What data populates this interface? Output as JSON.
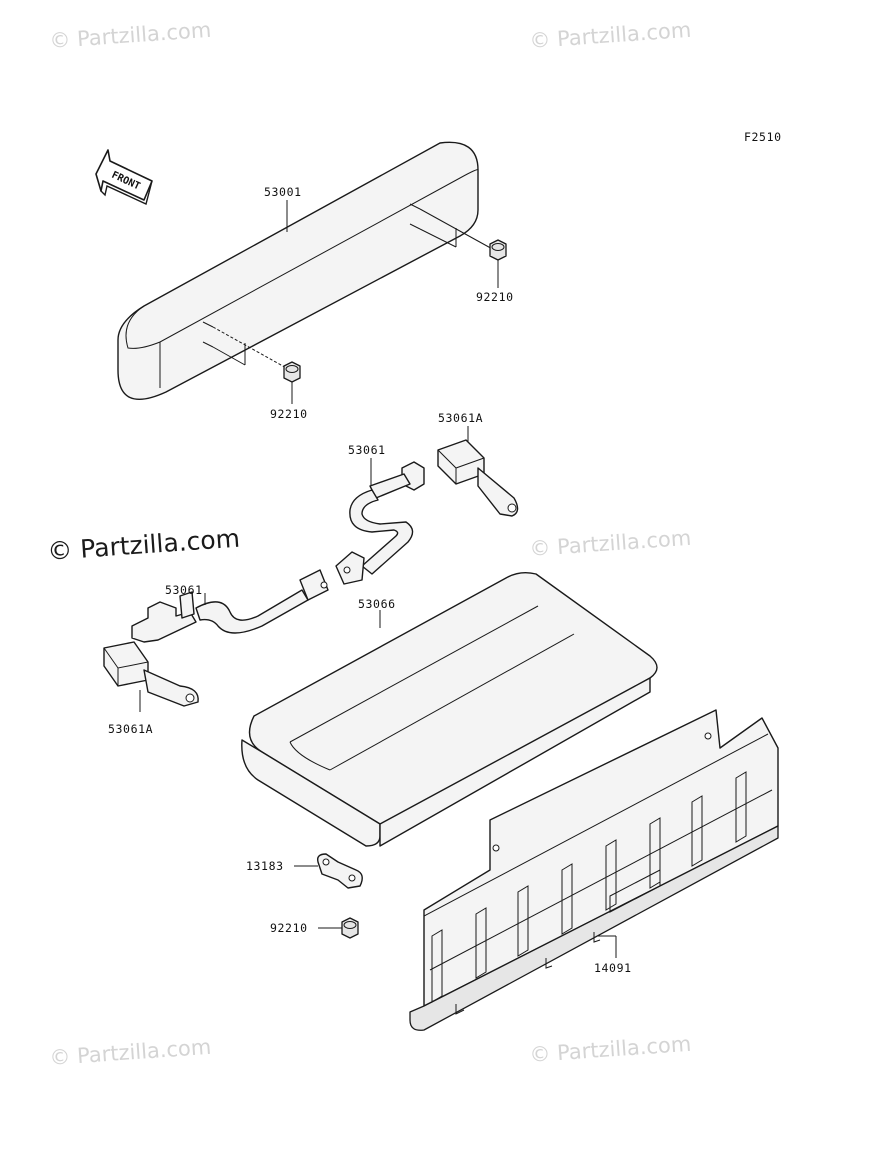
{
  "watermarks": {
    "tl": "© Partzilla.com",
    "tr": "© Partzilla.com",
    "main": "© Partzilla.com",
    "mr": "© Partzilla.com",
    "bl": "© Partzilla.com",
    "br": "© Partzilla.com"
  },
  "figure_code": "F2510",
  "front_arrow_label": "FRONT",
  "callouts": {
    "backrest": "53001",
    "nut_upper_right": "92210",
    "nut_upper_left": "92210",
    "belt_buckle_right": "53061A",
    "belt_right": "53061",
    "belt_left": "53061",
    "seat_cushion": "53066",
    "belt_buckle_left": "53061A",
    "bracket": "13183",
    "nut_lower": "92210",
    "panel": "14091"
  }
}
